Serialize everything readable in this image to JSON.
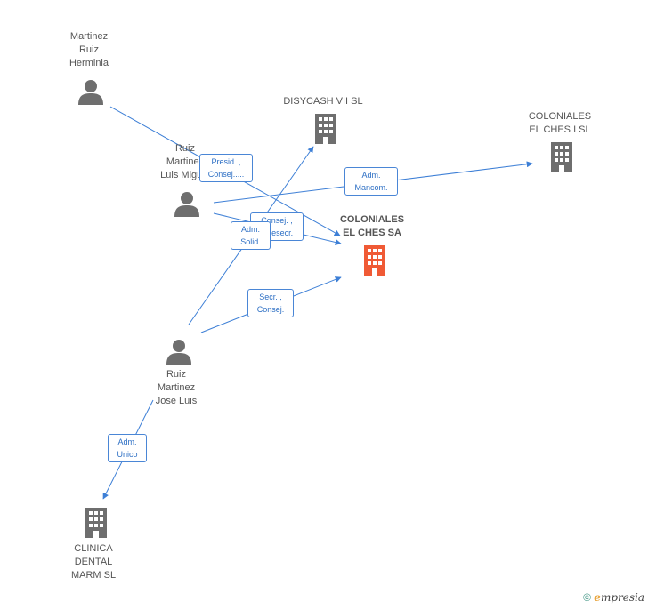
{
  "colors": {
    "edge": "#3d7fd6",
    "node_icon": "#6e6e6e",
    "focus_icon": "#f05a35",
    "label_border": "#4a86d6",
    "label_text": "#2d6fc4"
  },
  "nodes": {
    "herminia": {
      "label": "Martinez\nRuiz\nHerminia",
      "icon": "person-icon"
    },
    "luis_miguel": {
      "label": "Ruiz\nMartinez\nLuis Miguel",
      "icon": "person-icon"
    },
    "jose_luis": {
      "label": "Ruiz\nMartinez\nJose Luis",
      "icon": "person-icon"
    },
    "disycash": {
      "label": "DISYCASH VII SL",
      "icon": "building-icon"
    },
    "ches_i": {
      "label": "COLONIALES\nEL CHES I  SL",
      "icon": "building-icon"
    },
    "ches_sa": {
      "label": "COLONIALES\nEL CHES SA",
      "icon": "building-icon"
    },
    "clinica": {
      "label": "CLINICA\nDENTAL\nMARM SL",
      "icon": "building-icon"
    }
  },
  "edge_labels": {
    "presid": "Presid. ,\nConsej.....",
    "adm_mancom": "Adm.\nMancom.",
    "consej_vsecr": "Consej. ,\nVicesecr.",
    "adm_solid": "Adm.\nSolid.",
    "secr_consej": "Secr. ,\nConsej.",
    "adm_unico": "Adm.\nUnico"
  },
  "footer": {
    "copyright": "©",
    "brand_initial": "e",
    "brand_rest": "mpresia"
  }
}
